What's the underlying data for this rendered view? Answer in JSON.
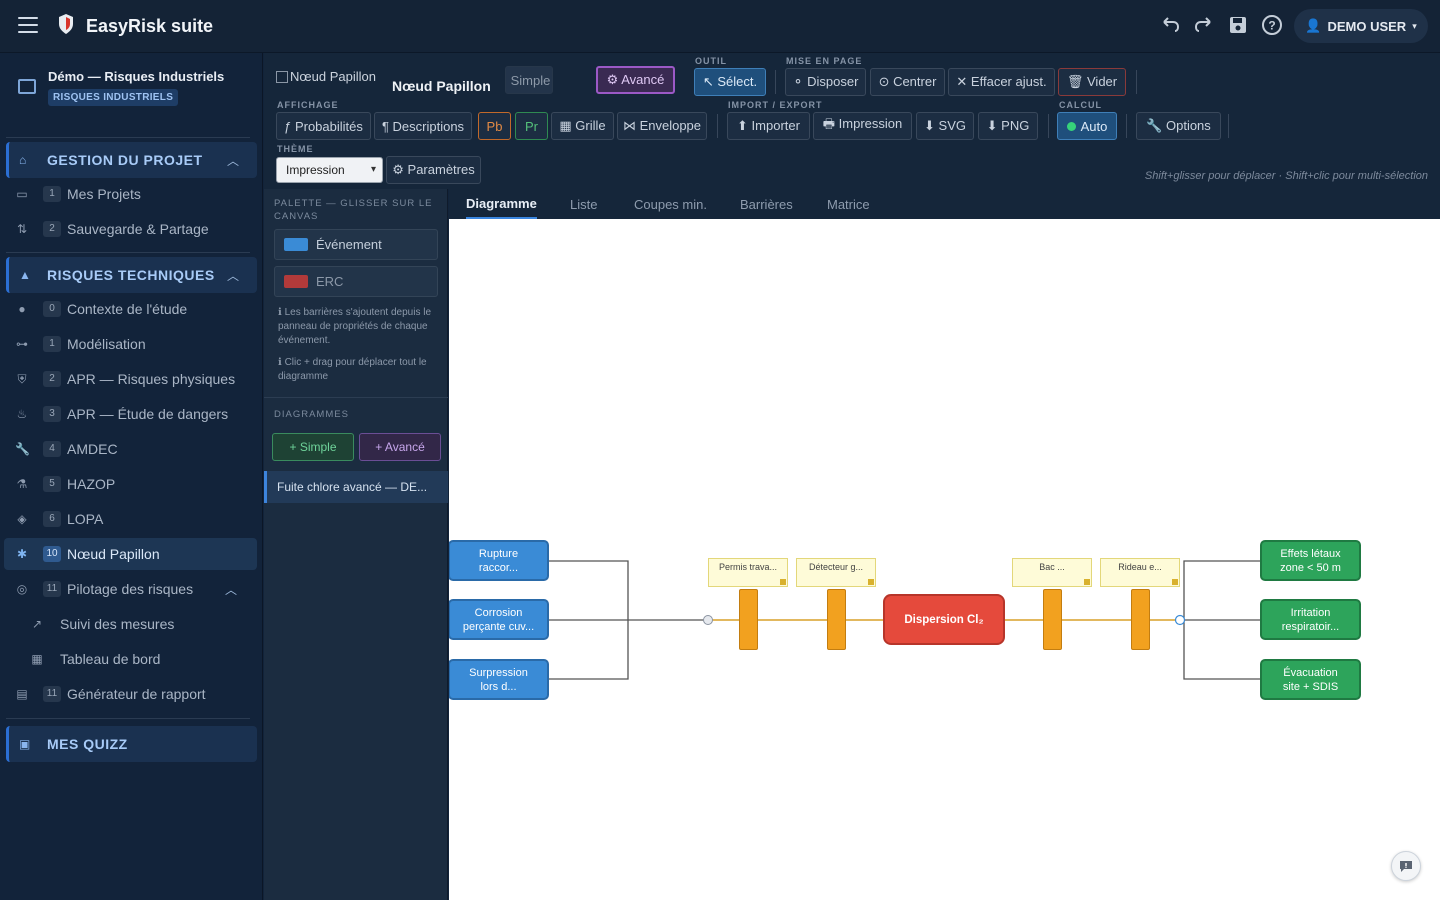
{
  "header": {
    "app_title": "EasyRisk suite",
    "user_label": "DEMO USER"
  },
  "sidebar": {
    "project_name": "Démo — Risques Industriels",
    "project_tag": "RISQUES INDUSTRIELS",
    "sections": [
      {
        "label": "GESTION DU PROJET"
      },
      {
        "label": "RISQUES TECHNIQUES OPÉRATIONNELS"
      },
      {
        "label": "MES QUIZZ"
      }
    ],
    "items": [
      {
        "num": "1",
        "label": "Mes Projets"
      },
      {
        "num": "2",
        "label": "Sauvegarde & Partage"
      },
      {
        "num": "0",
        "label": "Contexte de l'étude"
      },
      {
        "num": "1",
        "label": "Modélisation"
      },
      {
        "num": "2",
        "label": "APR — Risques physiques"
      },
      {
        "num": "3",
        "label": "APR — Étude de dangers"
      },
      {
        "num": "4",
        "label": "AMDEC"
      },
      {
        "num": "5",
        "label": "HAZOP"
      },
      {
        "num": "6",
        "label": "LOPA"
      },
      {
        "num": "10",
        "label": "Nœud Papillon"
      },
      {
        "num": "11",
        "label": "Pilotage des risques"
      },
      {
        "num": "",
        "label": "Suivi des mesures"
      },
      {
        "num": "",
        "label": "Tableau de bord"
      },
      {
        "num": "11",
        "label": "Générateur de rapport"
      }
    ]
  },
  "toolbar": {
    "image_alt": "Nœud Papillon",
    "title": "Nœud Papillon",
    "mode_simple": "Simple",
    "mode_advanced": "⚙ Avancé",
    "label_tool": "OUTIL",
    "select": "↖ Sélect.",
    "label_layout": "MISE EN PAGE",
    "arrange": "⚬ Disposer",
    "center": "⊙ Centrer",
    "clear_adjust": "✕ Effacer ajust.",
    "empty": "🗑 Vider",
    "label_display": "AFFICHAGE",
    "probabilities": "ƒ Probabilités",
    "descriptions": "¶ Descriptions",
    "pb": "Pb",
    "pr": "Pr",
    "grid": "▦ Grille",
    "envelope": "⋈ Enveloppe",
    "label_import_export": "IMPORT / EXPORT",
    "import": "⬆ Importer",
    "print": "🖶 Impression",
    "svg": "⬇ SVG",
    "png": "⬇ PNG",
    "label_calc": "CALCUL",
    "auto": "Auto",
    "options": "🔧 Options",
    "label_theme": "THÈME",
    "theme_value": "Impression",
    "params": "⚙ Paramètres",
    "hint": "Shift+glisser pour déplacer · Shift+clic pour multi-sélection"
  },
  "palette": {
    "title": "PALETTE — GLISSER SUR LE CANVAS",
    "items": [
      {
        "label": "Événement",
        "color": "#3a8bd6"
      },
      {
        "label": "ERC",
        "color": "#b23a3a"
      }
    ],
    "note1": "ℹ Les barrières s'ajoutent depuis le panneau de propriétés de chaque événement.",
    "note2": "ℹ Clic + drag pour déplacer tout le diagramme",
    "diagrams_title": "DIAGRAMMES",
    "add_simple": "+ Simple",
    "add_advanced": "+ Avancé",
    "diagram_item": "Fuite chlore avancé — DE..."
  },
  "tabs": [
    "Diagramme",
    "Liste",
    "Coupes min.",
    "Barrières",
    "Matrice"
  ],
  "diagram": {
    "causes": [
      {
        "line1": "Rupture",
        "line2": "raccor..."
      },
      {
        "line1": "Corrosion",
        "line2": "perçante cuv..."
      },
      {
        "line1": "Surpression",
        "line2": "lors d..."
      }
    ],
    "top_event": "Dispersion Cl₂",
    "prevention_barriers": [
      "Permis trava...",
      "Détecteur g..."
    ],
    "protection_barriers": [
      "Bac ...",
      "Rideau e..."
    ],
    "effects": [
      {
        "line1": "Effets létaux",
        "line2": "zone < 50 m"
      },
      {
        "line1": "Irritation",
        "line2": "respiratoir..."
      },
      {
        "line1": "Évacuation",
        "line2": "site + SDIS"
      }
    ],
    "colors": {
      "cause": "#3a8bd6",
      "effect": "#2da45b",
      "top": "#e54a3c",
      "barrier": "#f2a11f"
    }
  }
}
